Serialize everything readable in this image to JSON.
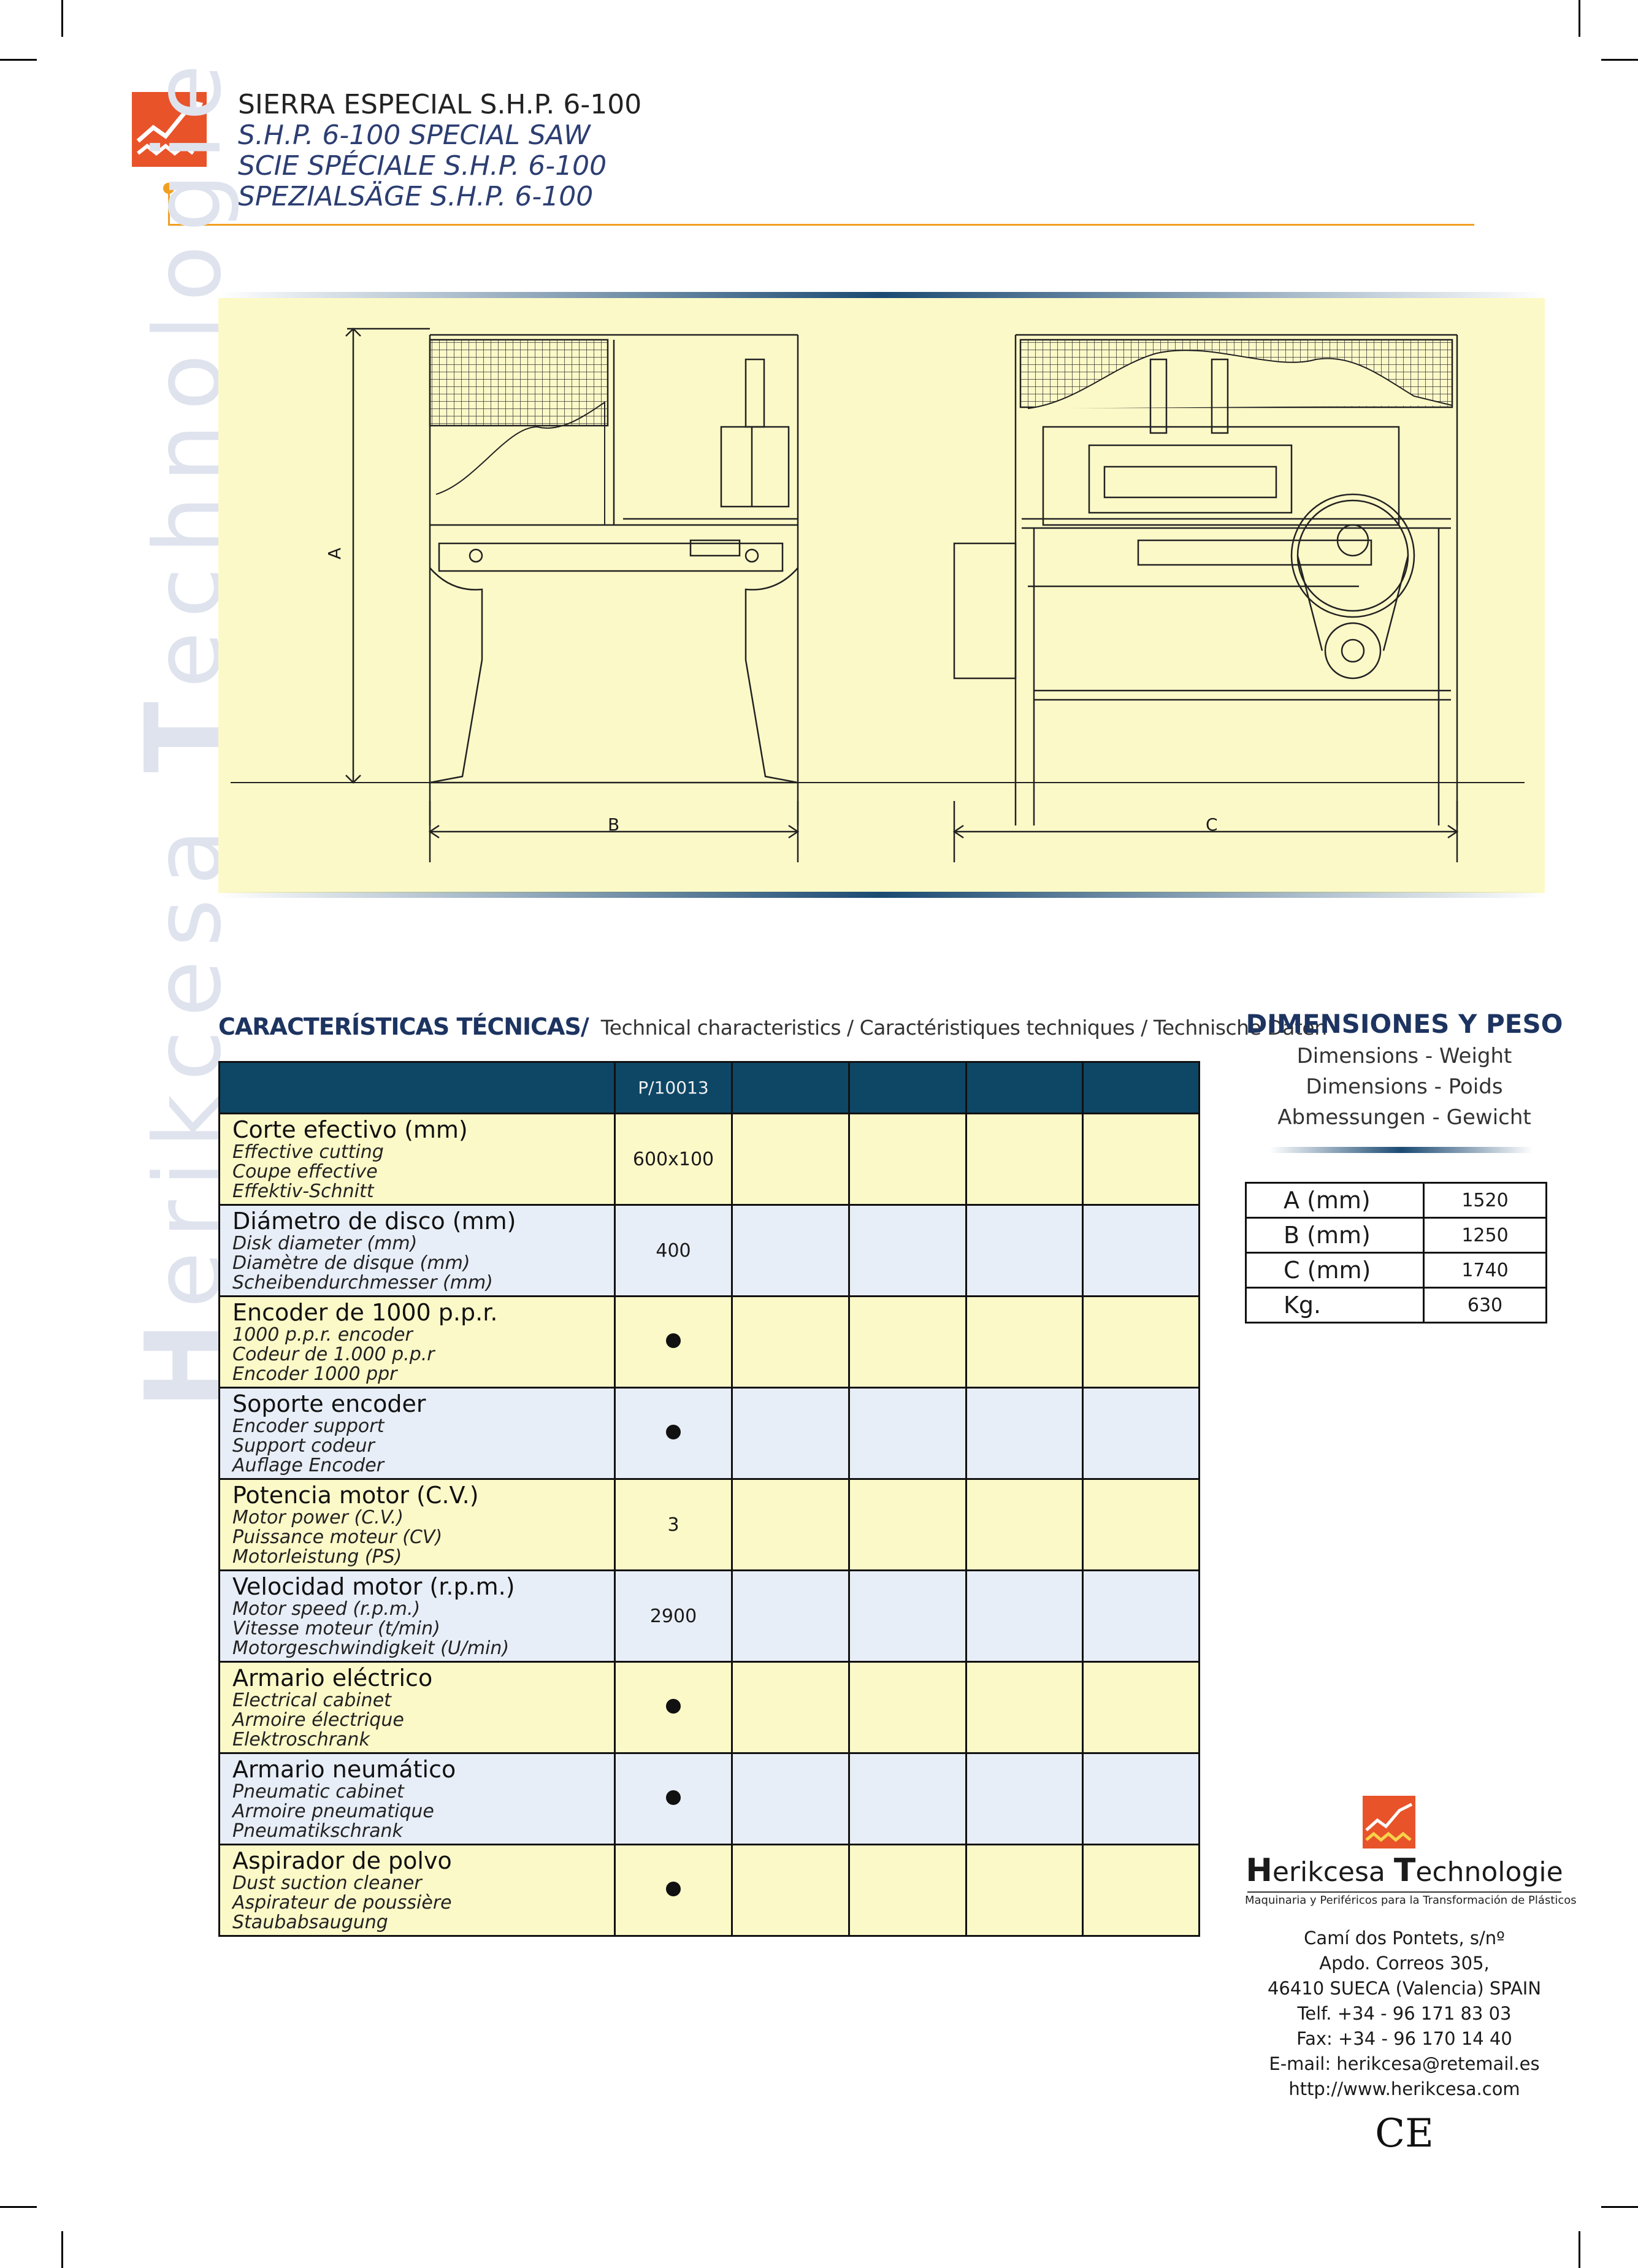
{
  "header": {
    "title_es": "SIERRA ESPECIAL S.H.P. 6-100",
    "title_en": "S.H.P. 6-100 SPECIAL SAW",
    "title_fr": "SCIE SPÉCIALE S.H.P. 6-100",
    "title_de": "SPEZIALSÄGE S.H.P. 6-100"
  },
  "sidebar": {
    "brand_initial_1": "H",
    "brand_rest_1": "erikcesa",
    "brand_initial_2": "T",
    "brand_rest_2": "echnologie"
  },
  "drawing": {
    "label_a": "A",
    "label_b": "B",
    "label_c": "C"
  },
  "tech": {
    "title": "CARACTERÍSTICAS TÉCNICAS/",
    "subtitle": "Technical characteristics / Caractéristiques techniques / Technische Daten",
    "model": "P/10013",
    "rows": [
      {
        "es": "Corte efectivo (mm)",
        "en": "Effective cutting",
        "fr": "Coupe effective",
        "de": "Effektiv-Schnitt",
        "value": "600x100",
        "dot": false
      },
      {
        "es": "Diámetro de disco (mm)",
        "en": "Disk diameter (mm)",
        "fr": "Diamètre de disque (mm)",
        "de": "Scheibendurchmesser (mm)",
        "value": "400",
        "dot": false
      },
      {
        "es": "Encoder de 1000 p.p.r.",
        "en": "1000 p.p.r. encoder",
        "fr": "Codeur de 1.000 p.p.r",
        "de": "Encoder 1000 ppr",
        "value": "",
        "dot": true
      },
      {
        "es": "Soporte encoder",
        "en": "Encoder support",
        "fr": "Support codeur",
        "de": "Auflage Encoder",
        "value": "",
        "dot": true
      },
      {
        "es": "Potencia motor (C.V.)",
        "en": "Motor power (C.V.)",
        "fr": "Puissance moteur (CV)",
        "de": "Motorleistung (PS)",
        "value": "3",
        "dot": false
      },
      {
        "es": "Velocidad motor (r.p.m.)",
        "en": "Motor speed (r.p.m.)",
        "fr": "Vitesse moteur (t/min)",
        "de": "Motorgeschwindigkeit (U/min)",
        "value": "2900",
        "dot": false
      },
      {
        "es": "Armario eléctrico",
        "en": "Electrical cabinet",
        "fr": "Armoire électrique",
        "de": "Elektroschrank",
        "value": "",
        "dot": true
      },
      {
        "es": "Armario neumático",
        "en": "Pneumatic cabinet",
        "fr": "Armoire pneumatique",
        "de": "Pneumatikschrank",
        "value": "",
        "dot": true
      },
      {
        "es": "Aspirador de polvo",
        "en": "Dust suction cleaner",
        "fr": "Aspirateur de poussière",
        "de": "Staubabsaugung",
        "value": "",
        "dot": true
      }
    ]
  },
  "dimensions": {
    "title": "DIMENSIONES Y PESO",
    "sub_en": "Dimensions - Weight",
    "sub_fr": "Dimensions - Poids",
    "sub_de": "Abmessungen - Gewicht",
    "rows": [
      {
        "key": "A (mm)",
        "value": "1520"
      },
      {
        "key": "B (mm)",
        "value": "1250"
      },
      {
        "key": "C (mm)",
        "value": "1740"
      },
      {
        "key": "Kg.",
        "value": "630"
      }
    ]
  },
  "company": {
    "name_initial_1": "H",
    "name_rest_1": "erikcesa",
    "name_initial_2": "T",
    "name_rest_2": "echnologie",
    "tagline": "Maquinaria y Periféricos para la Transformación de Plásticos",
    "address": [
      "Camí dos Pontets, s/nº",
      "Apdo. Correos 305,",
      "46410 SUECA (Valencia) SPAIN",
      "Telf. +34 - 96 171 83 03",
      "Fax: +34 - 96 170 14 40",
      "E-mail: herikcesa@retemail.es",
      "http://www.herikcesa.com"
    ],
    "ce_mark": "CE"
  },
  "colors": {
    "accent_orange": "#e8532a",
    "navy": "#0e4766",
    "yellow_bg": "#fcf9c8",
    "blue_row": "#e8eef7"
  }
}
